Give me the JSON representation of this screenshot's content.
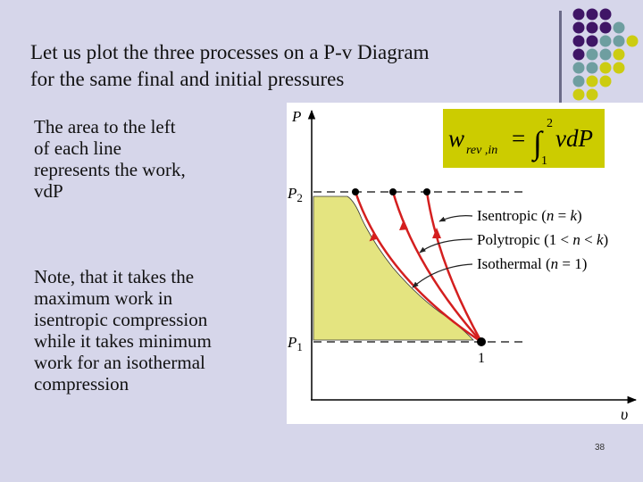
{
  "slide": {
    "title_lines": [
      "Let us plot the three processes on a P-v Diagram",
      "for the same final and initial pressures"
    ],
    "paragraph1_lines": [
      "The area to the left",
      "of each line",
      "represents the work,",
      "vdP"
    ],
    "paragraph2_lines": [
      "Note, that it takes the",
      "maximum work in",
      "isentropic compression",
      "while it takes minimum",
      "work for an isothermal",
      "compression"
    ],
    "slide_number": "38"
  },
  "formula": {
    "lhs_symbol": "w",
    "lhs_subscript": "rev ,in",
    "equals": "=",
    "integral": "∫",
    "upper_limit": "2",
    "lower_limit": "1",
    "integrand": "vdP"
  },
  "diagram": {
    "y_axis_label": "P",
    "x_axis_label": "υ",
    "p2_label": "P",
    "p2_sub": "2",
    "p1_label": "P",
    "p1_sub": "1",
    "state_label": "1",
    "legend": {
      "isentropic": {
        "name": "Isentropic (",
        "var": "n",
        "rel": " = ",
        "val": "k",
        "close": ")"
      },
      "polytropic": {
        "name": "Polytropic (1 < ",
        "var": "n",
        "rel": " < ",
        "val": "k",
        "close": ")"
      },
      "isothermal": {
        "name": "Isothermal (",
        "var": "n",
        "rel": " = 1)",
        "val": "",
        "close": ""
      }
    }
  },
  "colors": {
    "background": "#d6d6ea",
    "panel": "#ffffff",
    "formula_box": "#cccc00",
    "shaded_area": "#e4e480",
    "process_lines": "#d41f1f",
    "dot_purple": "#3f1566",
    "dot_teal": "#6e9ea0",
    "dot_yellow": "#cccc11"
  },
  "decoration": {
    "dot_grid": [
      [
        "purple",
        "purple",
        "purple",
        null,
        null
      ],
      [
        "purple",
        "purple",
        "purple",
        "teal",
        null
      ],
      [
        "purple",
        "purple",
        "teal",
        "teal",
        "yellow"
      ],
      [
        "purple",
        "teal",
        "teal",
        "yellow",
        null
      ],
      [
        "teal",
        "teal",
        "yellow",
        "yellow",
        null
      ],
      [
        "teal",
        "yellow",
        "yellow",
        null,
        null
      ],
      [
        "yellow",
        "yellow",
        null,
        null,
        null
      ]
    ]
  }
}
